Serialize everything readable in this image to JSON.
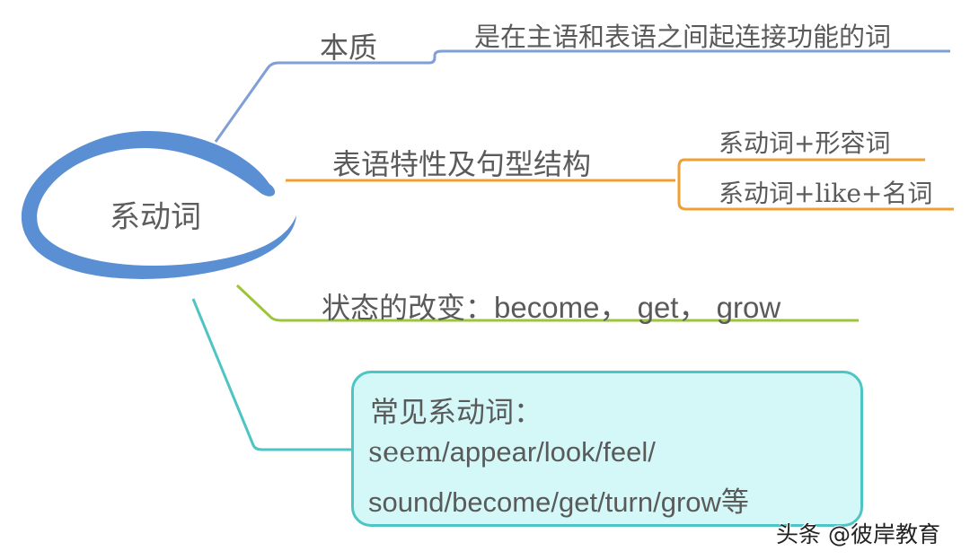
{
  "center": {
    "label": "系动词",
    "color": "#5b8fd4"
  },
  "branches": [
    {
      "label": "本质",
      "color": "#7f9fd6",
      "detail": "是在主语和表语之间起连接功能的词"
    },
    {
      "label": "表语特性及句型结构",
      "color": "#f0a030",
      "children": [
        "系动词+形容词",
        "系动词+like+名词"
      ]
    },
    {
      "label_cn": "状态的改变：",
      "label_en": "become， get， grow",
      "color": "#9fc43a"
    },
    {
      "color": "#4fc4c4",
      "box": {
        "title": "常见系动词：",
        "line2_serif": "seem",
        "line2_sans": "/appear/look/feel/",
        "line3_sans": "sound/become/get/turn/grow",
        "line3_suffix": "等",
        "background": "#d4f8f8"
      }
    }
  ],
  "watermark": "头条 @彼岸教育"
}
